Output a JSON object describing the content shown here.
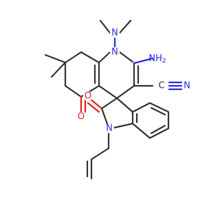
{
  "colors": {
    "carbon": "#303030",
    "nitrogen": "#2828e6",
    "oxygen": "#e0201b",
    "background": "#ffffff"
  },
  "atoms": {
    "n_dimethylamino": "N",
    "n_ring": "N",
    "amino": "NH",
    "amino_sub": "2",
    "nitrile_c": "C",
    "nitrile_n": "N",
    "ketone_o": "O",
    "lactam_o": "O",
    "n_indole": "N"
  }
}
